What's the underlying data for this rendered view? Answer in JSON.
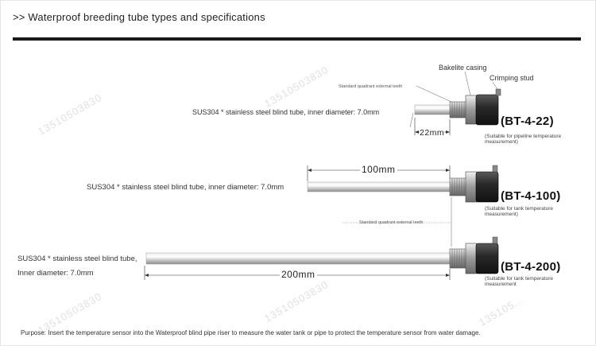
{
  "header": {
    "title": ">> Waterproof breeding tube types and specifications",
    "subtitle_obscured": ""
  },
  "watermark": {
    "text": "13510503830",
    "text_partial": "135105..."
  },
  "sensors": [
    {
      "model": "(BT-4-22)",
      "tube_label": "SUS304 * stainless steel blind tube, inner diameter: 7.0mm",
      "length": "22mm",
      "casing_label": "Bakelite casing",
      "stud_label": "Crimping stud",
      "thread_label": "Standard quadrant external teeth",
      "note": "(Suitable for pipeline temperature measurement)"
    },
    {
      "model": "(BT-4-100)",
      "tube_label": "SUS304 * stainless steel blind tube, inner diameter: 7.0mm",
      "length": "100mm",
      "thread_label": "Standard quadrant external teeth",
      "note": "(Suitable for tank temperature measurement)"
    },
    {
      "model": "(BT-4-200)",
      "tube_label_line1": "SUS304 * stainless steel blind tube,",
      "tube_label_line2": "Inner diameter: 7.0mm",
      "length": "200mm",
      "note": "(Suitable for tank temperature measurement"
    }
  ],
  "footer": {
    "purpose": "Purpose: Insert the temperature sensor into the Waterproof blind pipe riser to measure the water tank or pipe to protect the temperature sensor from water damage."
  }
}
